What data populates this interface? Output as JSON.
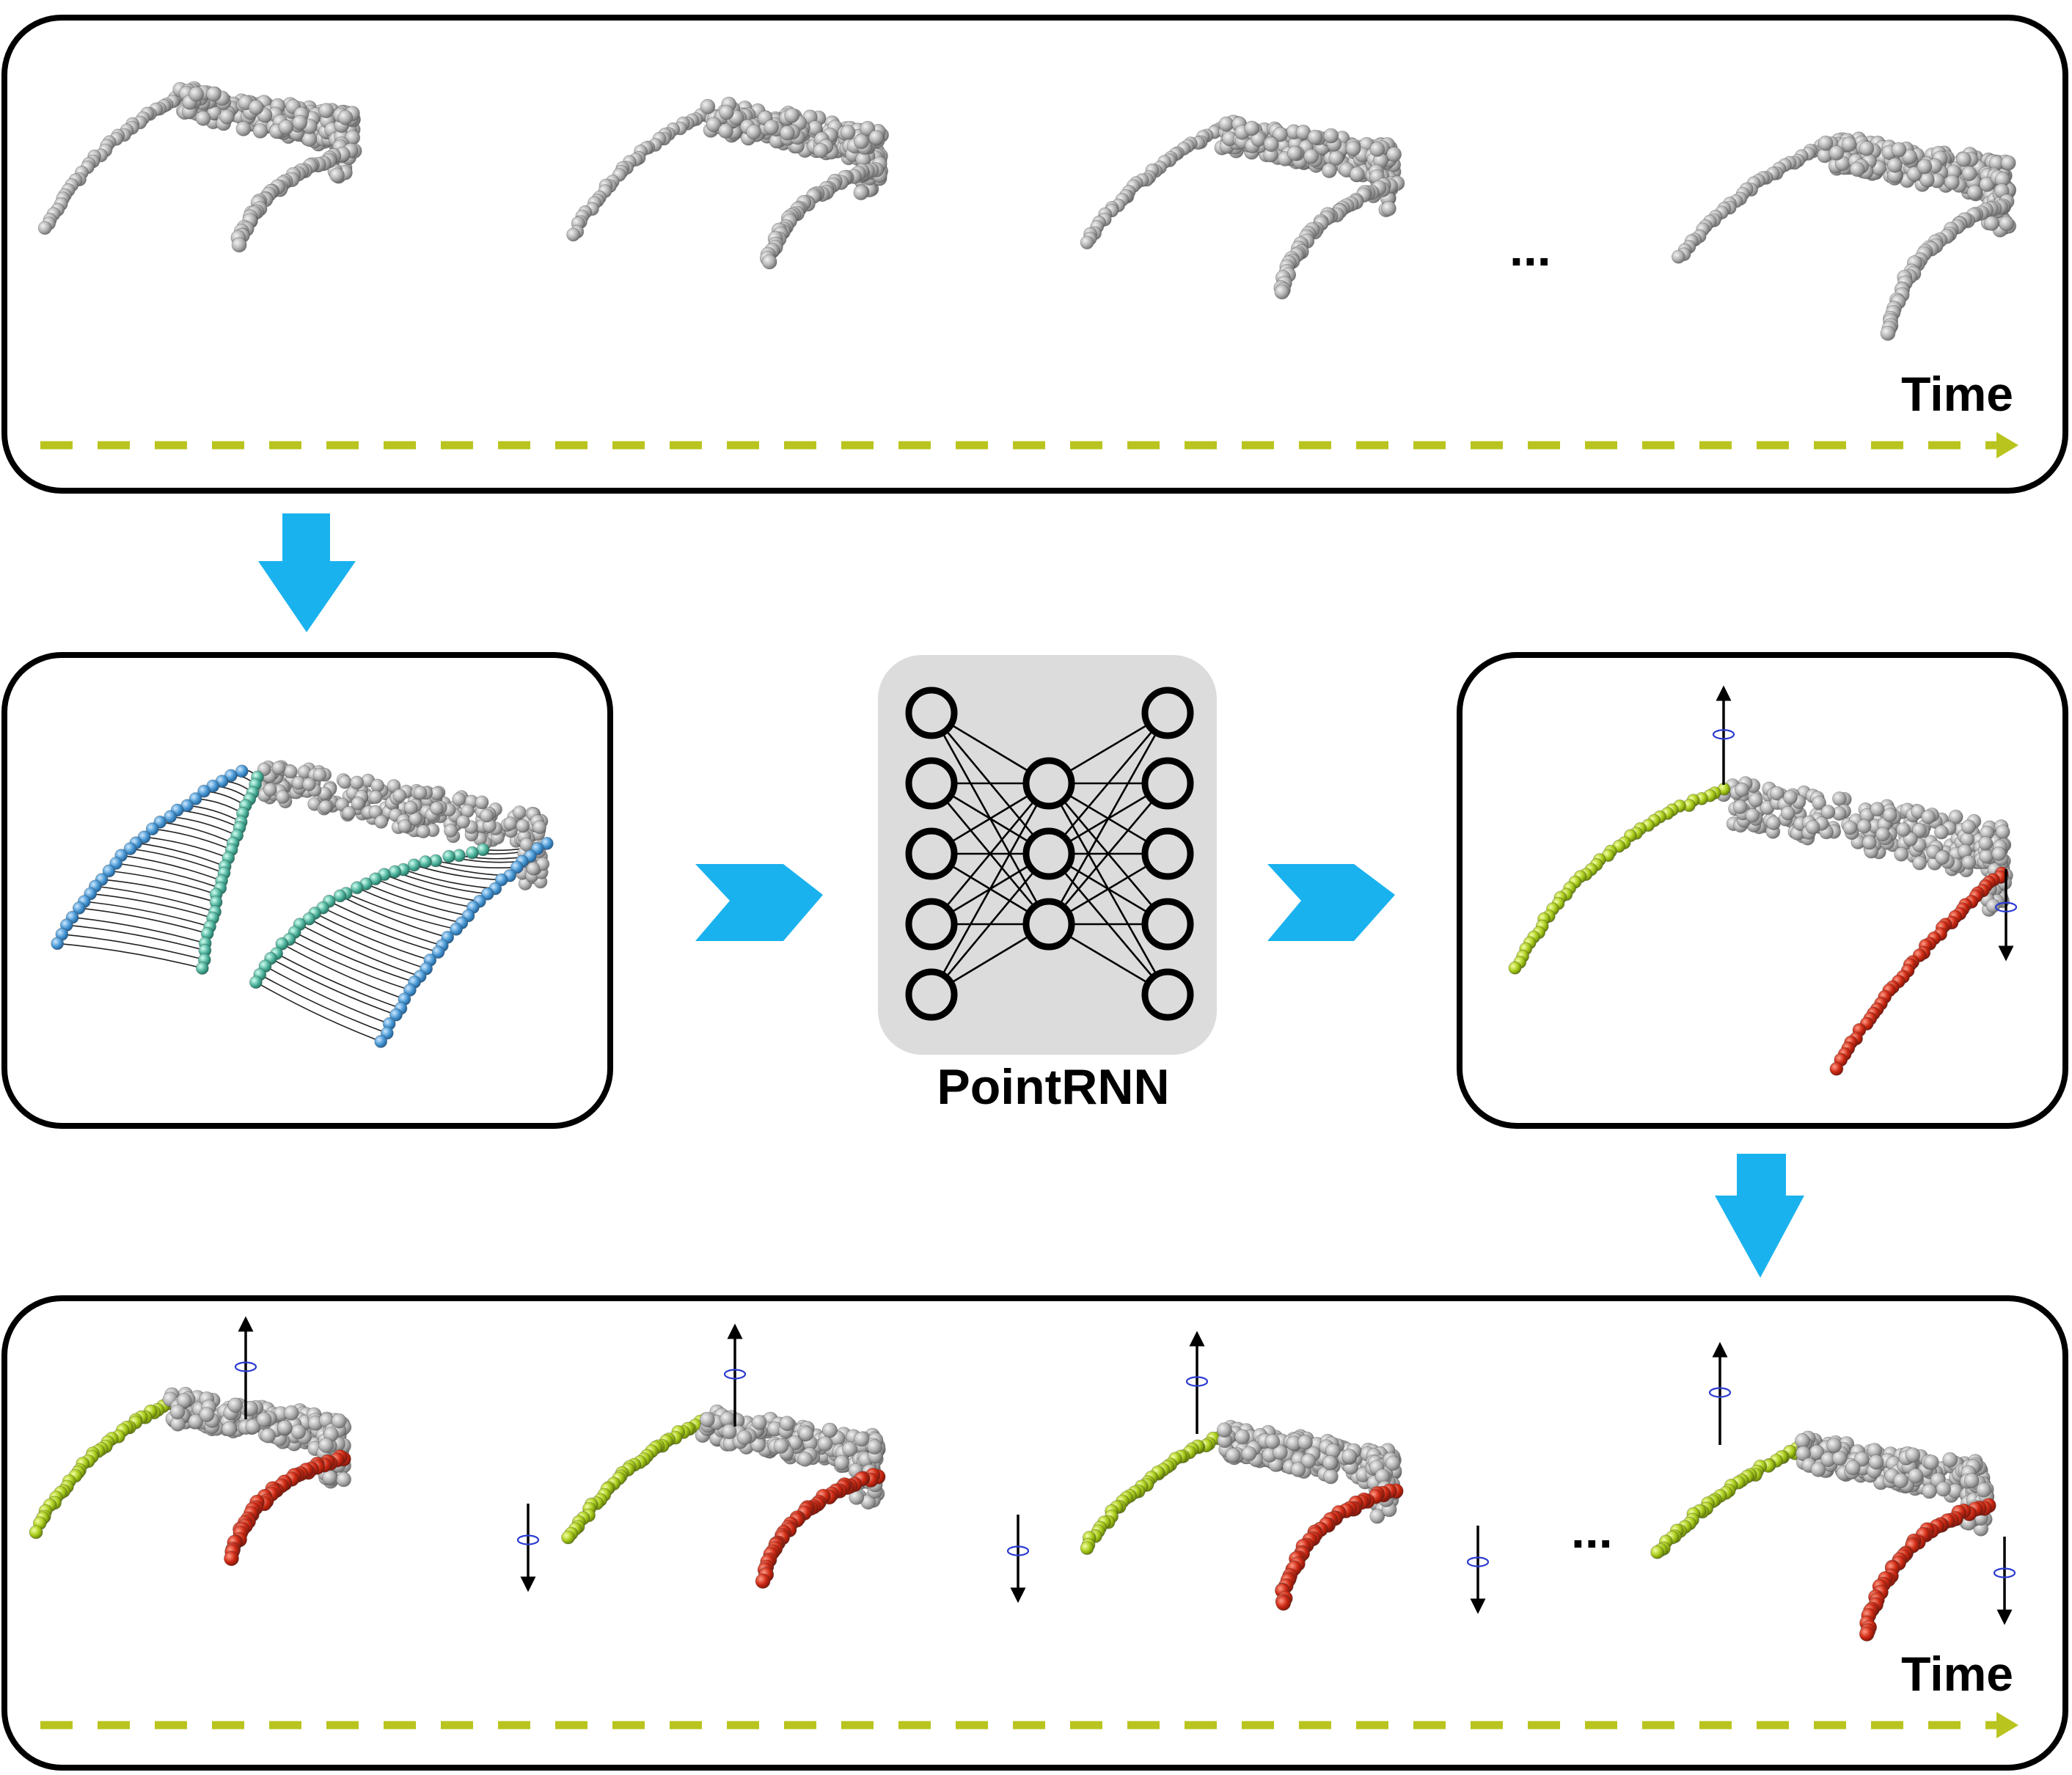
{
  "top_panel": {
    "time_label": "Time",
    "ellipsis": "..."
  },
  "bottom_panel": {
    "time_label": "Time",
    "ellipsis": "..."
  },
  "network": {
    "label": "PointRNN"
  },
  "colors": {
    "panel_border": "#000000",
    "flow_arrow": "#1ab2ee",
    "timeline": "#b9c41f",
    "point_gray": "#b4b4b4",
    "point_green": "#aacd1c",
    "point_red": "#cf2a14",
    "point_blue": "#4a9ad6",
    "point_teal": "#52b6a0",
    "network_bg": "#dcdcdc",
    "rotation_marker": "#2a3ad0"
  },
  "icons": {
    "flow_arrow": "chevron-arrow-icon",
    "axis": "rotation-axis-icon",
    "network": "neural-network-icon"
  }
}
